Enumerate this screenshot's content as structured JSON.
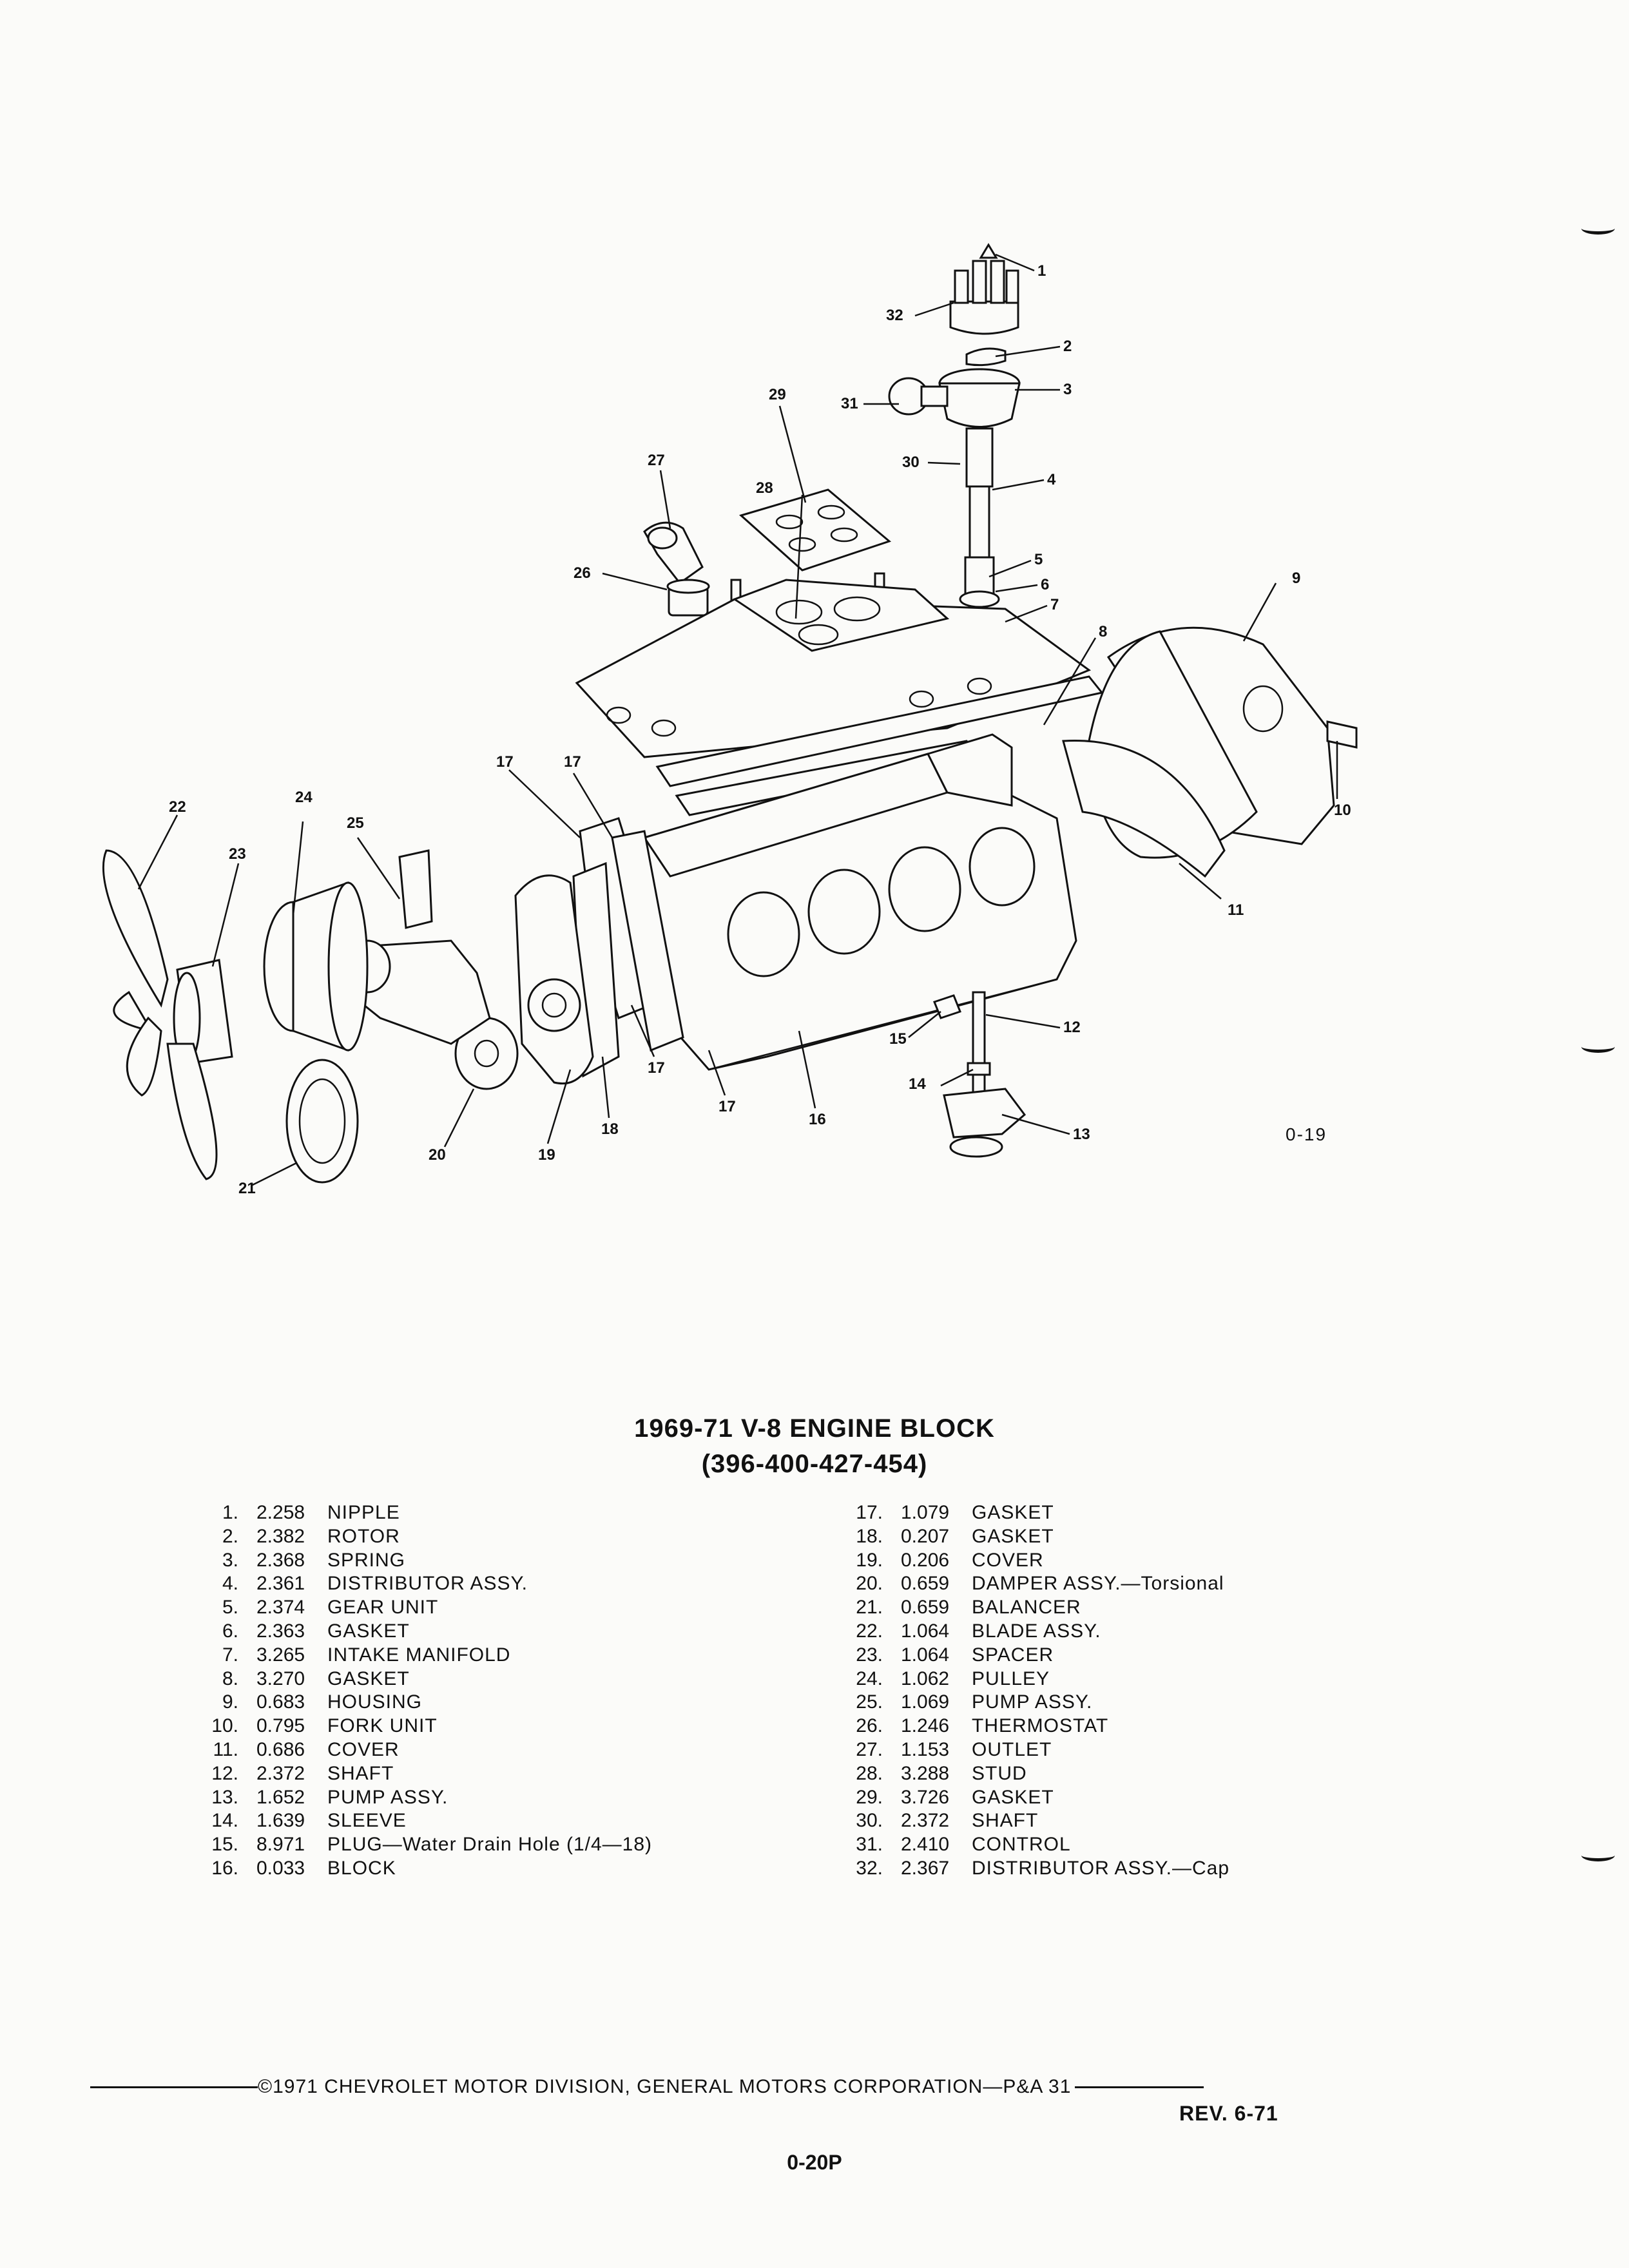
{
  "figure": {
    "id_label": "0-19",
    "callouts": [
      "1",
      "2",
      "3",
      "4",
      "5",
      "6",
      "7",
      "8",
      "9",
      "10",
      "11",
      "12",
      "13",
      "14",
      "15",
      "16",
      "17",
      "17",
      "17",
      "17",
      "18",
      "19",
      "20",
      "21",
      "22",
      "23",
      "24",
      "25",
      "26",
      "27",
      "28",
      "29",
      "30",
      "31",
      "32"
    ]
  },
  "title": {
    "line1": "1969-71 V-8 ENGINE BLOCK",
    "line2": "(396-400-427-454)"
  },
  "parts_left": [
    {
      "num": "1.",
      "code": "2.258",
      "name": "NIPPLE"
    },
    {
      "num": "2.",
      "code": "2.382",
      "name": "ROTOR"
    },
    {
      "num": "3.",
      "code": "2.368",
      "name": "SPRING"
    },
    {
      "num": "4.",
      "code": "2.361",
      "name": "DISTRIBUTOR ASSY."
    },
    {
      "num": "5.",
      "code": "2.374",
      "name": "GEAR UNIT"
    },
    {
      "num": "6.",
      "code": "2.363",
      "name": "GASKET"
    },
    {
      "num": "7.",
      "code": "3.265",
      "name": "INTAKE MANIFOLD"
    },
    {
      "num": "8.",
      "code": "3.270",
      "name": "GASKET"
    },
    {
      "num": "9.",
      "code": "0.683",
      "name": "HOUSING"
    },
    {
      "num": "10.",
      "code": "0.795",
      "name": "FORK UNIT"
    },
    {
      "num": "11.",
      "code": "0.686",
      "name": "COVER"
    },
    {
      "num": "12.",
      "code": "2.372",
      "name": "SHAFT"
    },
    {
      "num": "13.",
      "code": "1.652",
      "name": "PUMP ASSY."
    },
    {
      "num": "14.",
      "code": "1.639",
      "name": "SLEEVE"
    },
    {
      "num": "15.",
      "code": "8.971",
      "name": "PLUG—Water Drain Hole (1/4—18)"
    },
    {
      "num": "16.",
      "code": "0.033",
      "name": "BLOCK"
    }
  ],
  "parts_right": [
    {
      "num": "17.",
      "code": "1.079",
      "name": "GASKET"
    },
    {
      "num": "18.",
      "code": "0.207",
      "name": "GASKET"
    },
    {
      "num": "19.",
      "code": "0.206",
      "name": "COVER"
    },
    {
      "num": "20.",
      "code": "0.659",
      "name": "DAMPER ASSY.—Torsional"
    },
    {
      "num": "21.",
      "code": "0.659",
      "name": "BALANCER"
    },
    {
      "num": "22.",
      "code": "1.064",
      "name": "BLADE ASSY."
    },
    {
      "num": "23.",
      "code": "1.064",
      "name": "SPACER"
    },
    {
      "num": "24.",
      "code": "1.062",
      "name": "PULLEY"
    },
    {
      "num": "25.",
      "code": "1.069",
      "name": "PUMP ASSY."
    },
    {
      "num": "26.",
      "code": "1.246",
      "name": "THERMOSTAT"
    },
    {
      "num": "27.",
      "code": "1.153",
      "name": "OUTLET"
    },
    {
      "num": "28.",
      "code": "3.288",
      "name": "STUD"
    },
    {
      "num": "29.",
      "code": "3.726",
      "name": "GASKET"
    },
    {
      "num": "30.",
      "code": "2.372",
      "name": "SHAFT"
    },
    {
      "num": "31.",
      "code": "2.410",
      "name": "CONTROL"
    },
    {
      "num": "32.",
      "code": "2.367",
      "name": "DISTRIBUTOR ASSY.—Cap"
    }
  ],
  "footer": {
    "copyright": "©1971 CHEVROLET MOTOR DIVISION, GENERAL MOTORS CORPORATION—P&A 31",
    "revision": "REV. 6-71",
    "page": "0-20P"
  }
}
